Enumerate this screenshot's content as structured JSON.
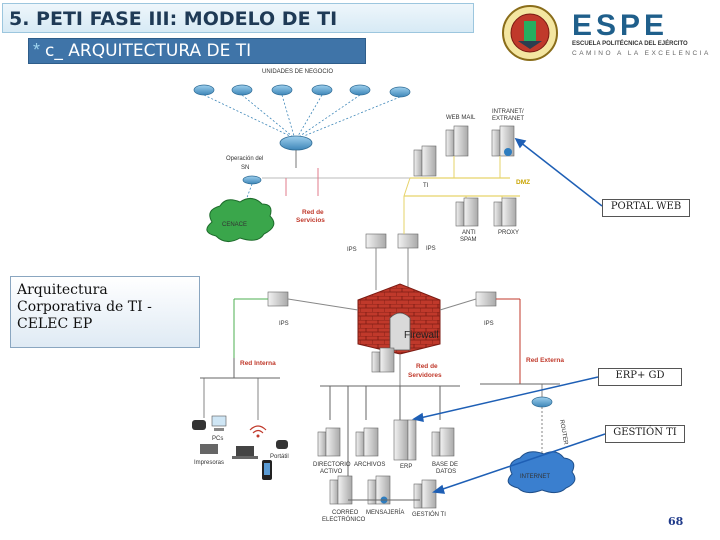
{
  "slide": {
    "title": "5. PETI FASE III: MODELO DE TI",
    "subtitle_bullet": "*",
    "subtitle": "c_ ARQUITECTURA DE TI",
    "page_number": "68"
  },
  "logo": {
    "brand": "ESPE",
    "line1": "ESCUELA POLITÉCNICA DEL EJÉRCITO",
    "line2": "CAMINO A LA EXCELENCIA"
  },
  "callouts": {
    "portal": "PORTAL WEB",
    "erp": "ERP+ GD",
    "gestion": "GESTIÓN TI",
    "arquitectura": [
      "Arquitectura",
      "Corporativa de TI -",
      "CELEC EP"
    ]
  },
  "diagram": {
    "unidades": "UNIDADES DE NEGOCIO",
    "operacion": "Operación del",
    "sn": "SN",
    "cenace": "CENACE",
    "red_servicios": "Red de",
    "red_servicios2": "Servicios",
    "web_mail": "WEB MAIL",
    "intranet": "INTRANET/",
    "extranet": "EXTRANET",
    "dmz": "DMZ",
    "ti": "TI",
    "ant_spam": "ANTI",
    "ant_spam2": "SPAM",
    "proxy": "PROXY",
    "ips1": "IPS",
    "ips2": "IPS",
    "ips3": "IPS",
    "ips4": "IPS",
    "firewall": "Firewall",
    "red_interna": "Red Interna",
    "red_externa": "Red Externa",
    "red_servidores": "Red de",
    "red_servidores2": "Servidores",
    "internet": "INTERNET",
    "directorio": "DIRECTORIO",
    "activo": "ACTIVO",
    "archivos": "ARCHIVOS",
    "erp": "ERP",
    "base_datos": "BASE DE",
    "base_datos2": "DATOS",
    "correo": "CORREO",
    "electronico": "ELECTRÓNICO",
    "mensajeria": "MENSAJERÍA",
    "gestion_ti": "GESTIÓN TI",
    "impresoras": "Impresoras",
    "pcs": "PCs",
    "portatil": "Portátil",
    "router": "ROUTER"
  }
}
